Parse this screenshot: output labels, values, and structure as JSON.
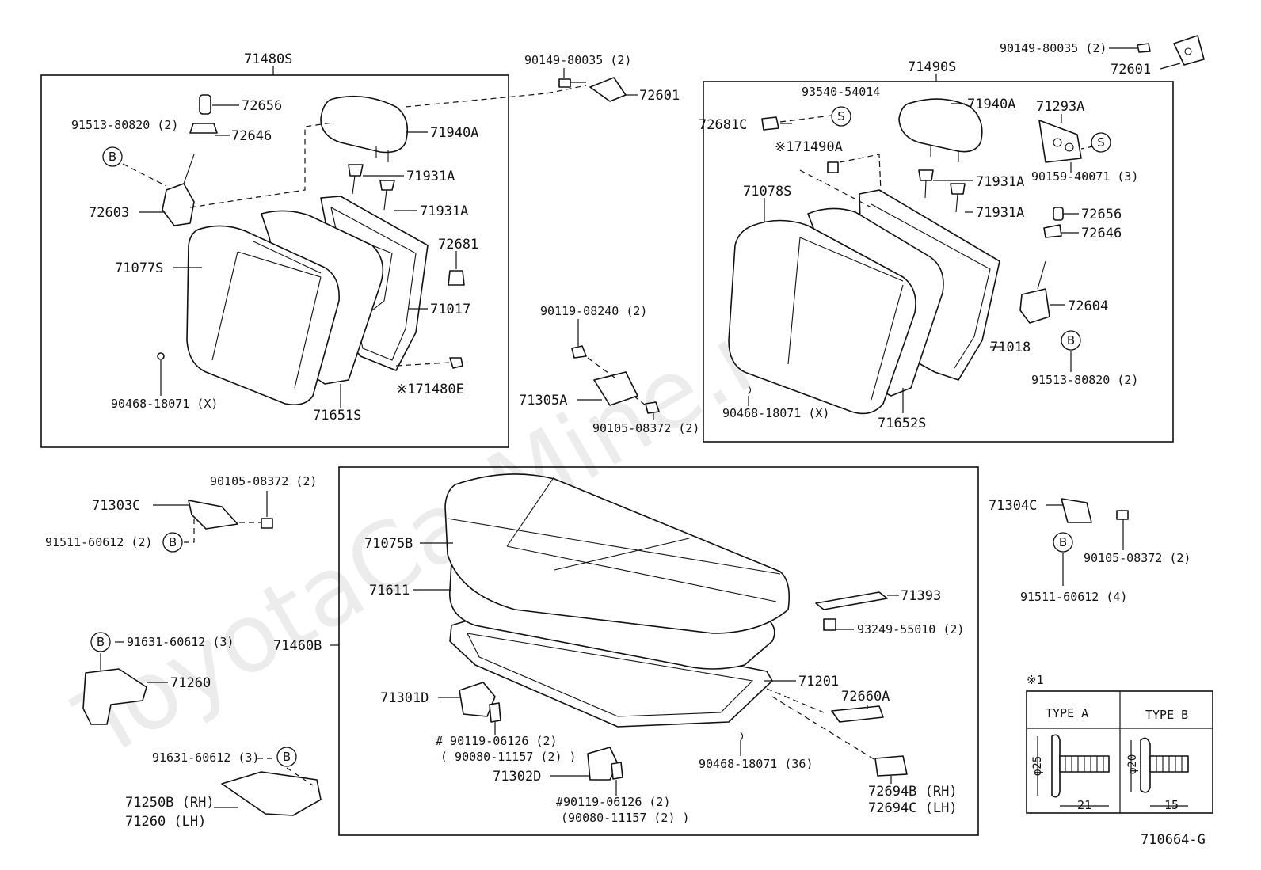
{
  "watermark": "ToyotaCarMine.ru",
  "diagram_id": "710664-G",
  "labels": {
    "l71480S": "71480S",
    "l71490S": "71490S",
    "l72656a": "72656",
    "l72646a": "72646",
    "l91513a": "91513-80820 (2)",
    "l72603": "72603",
    "l71940A_a": "71940A",
    "l71931A_a1": "71931A",
    "l71931A_a2": "71931A",
    "l72681": "72681",
    "l71077S": "71077S",
    "l71017": "71017",
    "l171480E": "※171480E",
    "l90468a": "90468-18071 (X)",
    "l71651S": "71651S",
    "l90149a": "90149-80035 (2)",
    "l72601a": "72601",
    "l90119_08240": "90119-08240 (2)",
    "l71305A": "71305A",
    "l90105b": "90105-08372 (2)",
    "l93540": "93540-54014",
    "l72681C": "72681C",
    "l171490A": "※171490A",
    "l71940A_b": "71940A",
    "l71293A": "71293A",
    "l90159": "90159-40071 (3)",
    "l71078S": "71078S",
    "l71931A_b1": "71931A",
    "l71931A_b2": "71931A",
    "l72656b": "72656",
    "l72646b": "72646",
    "l72604": "72604",
    "l71018": "71018",
    "l91513b": "91513-80820 (2)",
    "l90468b": "90468-18071 (X)",
    "l71652S": "71652S",
    "l90149b": "90149-80035 (2)",
    "l72601b": "72601",
    "l90105a": "90105-08372 (2)",
    "l71303C": "71303C",
    "l91511a": "91511-60612 (2)",
    "l91631a": "91631-60612 (3)",
    "l71260a": "71260",
    "l91631b": "91631-60612 (3)",
    "l71250B": "71250B (RH)",
    "l71260b": "71260  (LH)",
    "l71075B": "71075B",
    "l71611": "71611",
    "l71460B": "71460B",
    "l71393": "71393",
    "l93249": "93249-55010 (2)",
    "l71201": "71201",
    "l72660A": "72660A",
    "l71301D": "71301D",
    "l90119_06126a": "# 90119-06126 (2)",
    "l90080a": "( 90080-11157 (2) )",
    "l71302D": "71302D",
    "l90119_06126b": "#90119-06126 (2)",
    "l90080b": "(90080-11157 (2) )",
    "l90468c": "90468-18071 (36)",
    "l72694B": "72694B (RH)",
    "l72694C": "72694C (LH)",
    "l71304C": "71304C",
    "l90105c": "90105-08372 (2)",
    "l91511b": "91511-60612 (4)"
  },
  "markers": {
    "B": "B",
    "S": "S"
  },
  "legend": {
    "title": "※1",
    "type_a": "TYPE  A",
    "type_b": "TYPE  B",
    "dia_a": "φ25",
    "dia_b": "φ20",
    "len_a": "21",
    "len_b": "15"
  }
}
